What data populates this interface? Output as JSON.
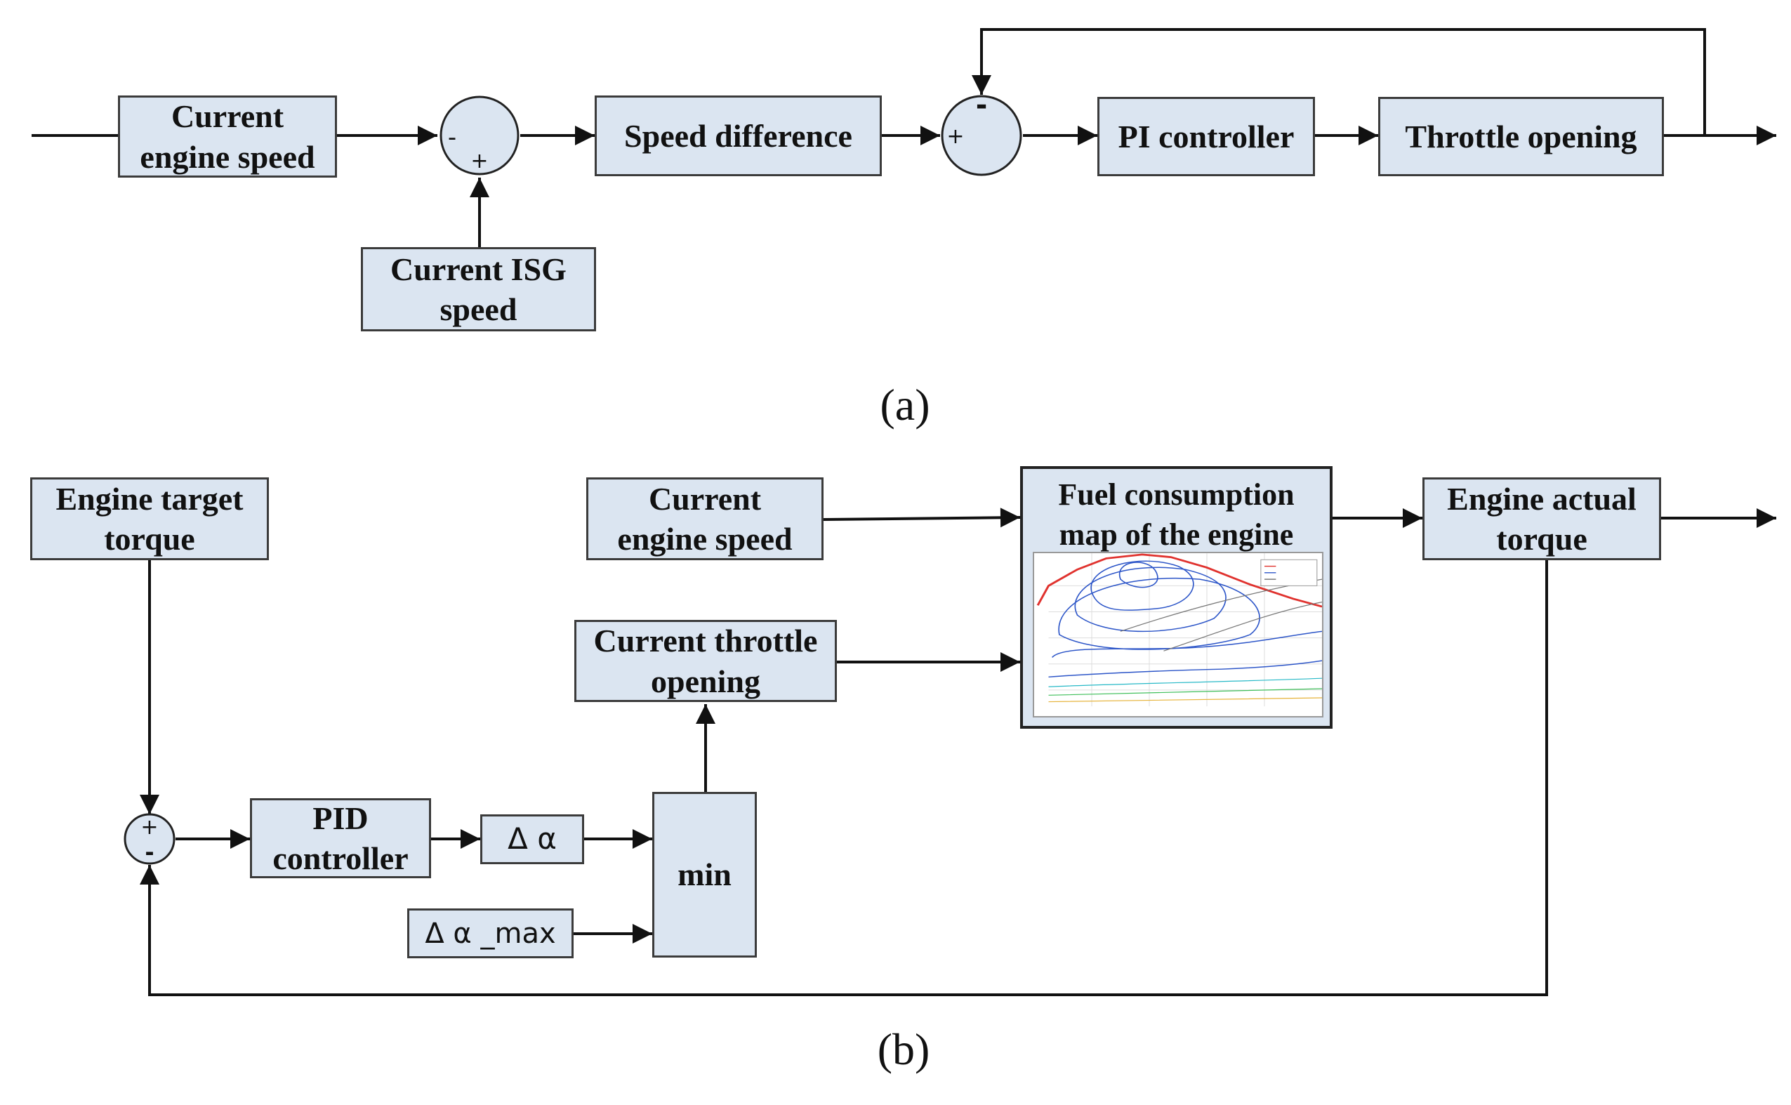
{
  "diagram_a": {
    "caption": "(a)",
    "blocks": {
      "current_engine_speed": "Current\nengine speed",
      "current_isg_speed": "Current ISG\nspeed",
      "speed_difference": "Speed difference",
      "pi_controller": "PI controller",
      "throttle_opening": "Throttle opening"
    },
    "sum1": {
      "left_sign": "-",
      "bottom_sign": "+"
    },
    "sum2": {
      "left_sign": "+",
      "top_sign": "-"
    }
  },
  "diagram_b": {
    "caption": "(b)",
    "blocks": {
      "engine_target_torque": "Engine target\ntorque",
      "current_engine_speed": "Current\nengine speed",
      "current_throttle_opening": "Current throttle\nopening",
      "fuel_map": "Fuel consumption\nmap of the engine",
      "engine_actual_torque": "Engine actual\ntorque",
      "pid_controller": "PID\ncontroller",
      "delta_alpha": "Δ α",
      "delta_alpha_max": "Δ α _max",
      "min": "min"
    },
    "sum": {
      "top_sign": "+",
      "bottom_sign": "-"
    }
  },
  "colors": {
    "block_fill": "#dbe5f1",
    "line": "#111111",
    "map_boundary": "#e0322e",
    "map_contour": "#2c55c8"
  }
}
